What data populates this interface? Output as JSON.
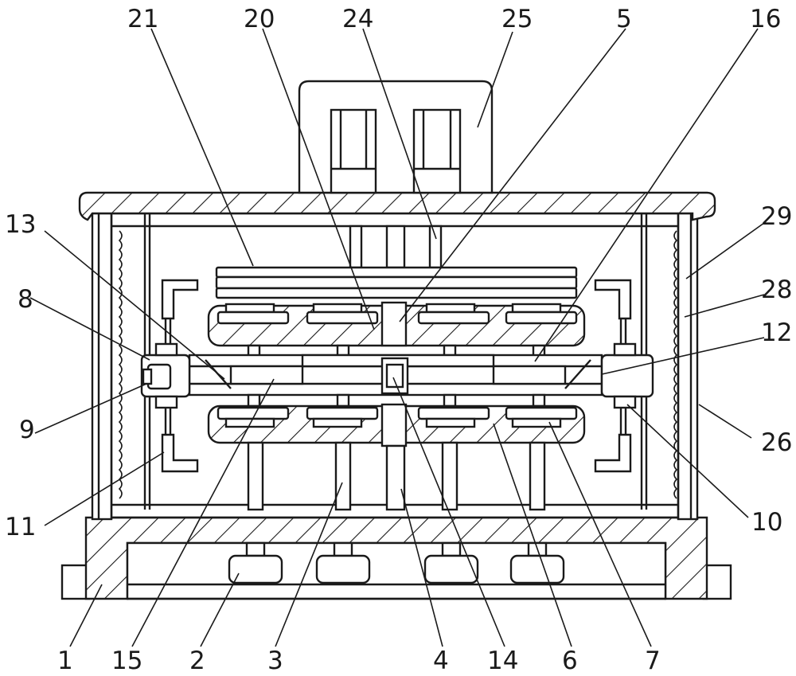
{
  "labels": [
    {
      "id": "21",
      "text": "21"
    },
    {
      "id": "20",
      "text": "20"
    },
    {
      "id": "24",
      "text": "24"
    },
    {
      "id": "25",
      "text": "25"
    },
    {
      "id": "5",
      "text": "5"
    },
    {
      "id": "16",
      "text": "16"
    },
    {
      "id": "13",
      "text": "13"
    },
    {
      "id": "29",
      "text": "29"
    },
    {
      "id": "28",
      "text": "28"
    },
    {
      "id": "8",
      "text": "8"
    },
    {
      "id": "12",
      "text": "12"
    },
    {
      "id": "9",
      "text": "9"
    },
    {
      "id": "26",
      "text": "26"
    },
    {
      "id": "11",
      "text": "11"
    },
    {
      "id": "10",
      "text": "10"
    },
    {
      "id": "1",
      "text": "1"
    },
    {
      "id": "15",
      "text": "15"
    },
    {
      "id": "2",
      "text": "2"
    },
    {
      "id": "3",
      "text": "3"
    },
    {
      "id": "4",
      "text": "4"
    },
    {
      "id": "14",
      "text": "14"
    },
    {
      "id": "6",
      "text": "6"
    },
    {
      "id": "7",
      "text": "7"
    }
  ]
}
